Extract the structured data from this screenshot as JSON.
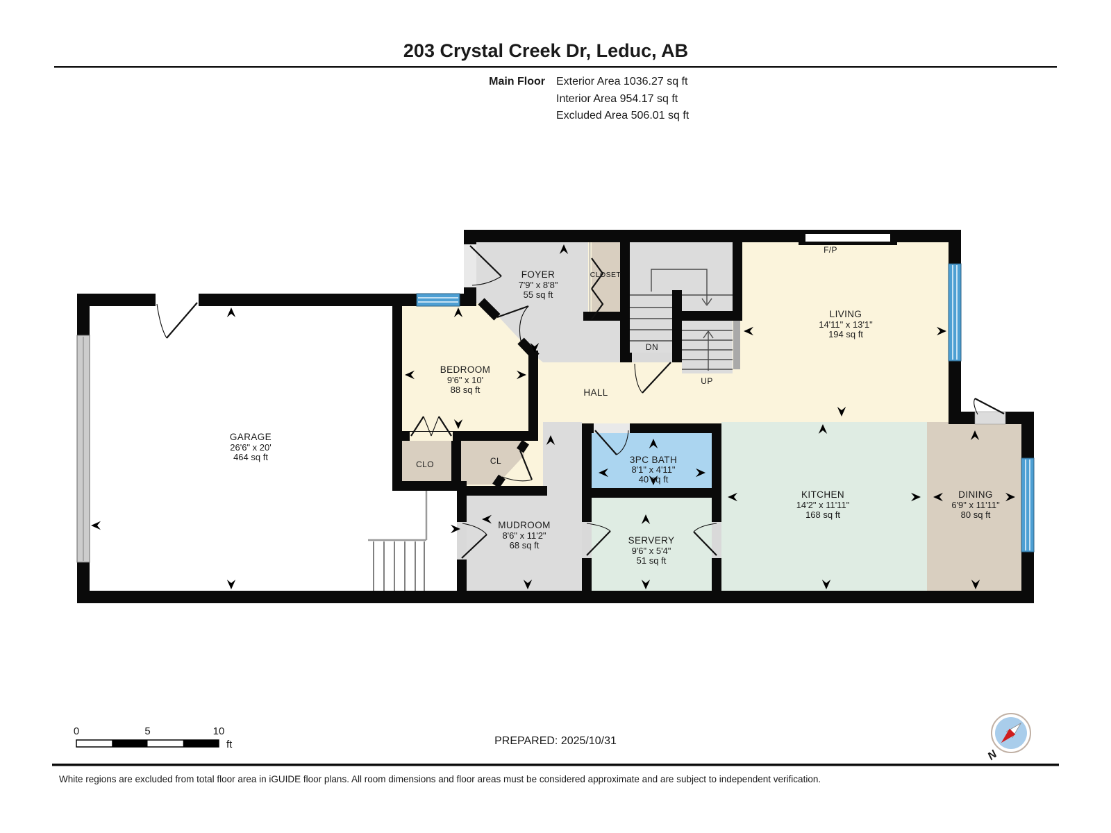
{
  "header": {
    "title": "203 Crystal Creek Dr, Leduc, AB",
    "floor_label": "Main Floor",
    "stats": [
      "Exterior Area 1036.27 sq ft",
      "Interior Area 954.17 sq ft",
      "Excluded Area 506.01 sq ft"
    ]
  },
  "rooms": {
    "foyer": {
      "name": "FOYER",
      "dims": "7'9\" x 8'8\"",
      "area": "55 sq ft"
    },
    "closet": {
      "name": "CLOSET"
    },
    "living": {
      "name": "LIVING",
      "dims": "14'11\" x 13'1\"",
      "area": "194 sq ft"
    },
    "bedroom": {
      "name": "BEDROOM",
      "dims": "9'6\" x 10'",
      "area": "88 sq ft"
    },
    "garage": {
      "name": "GARAGE",
      "dims": "26'6\" x 20'",
      "area": "464 sq ft"
    },
    "clo": {
      "name": "CLO"
    },
    "cl": {
      "name": "CL"
    },
    "hall": {
      "name": "HALL"
    },
    "bath": {
      "name": "3PC BATH",
      "dims": "8'1\" x 4'11\"",
      "area": "40 sq ft"
    },
    "mudroom": {
      "name": "MUDROOM",
      "dims": "8'6\" x 11'2\"",
      "area": "68 sq ft"
    },
    "servery": {
      "name": "SERVERY",
      "dims": "9'6\" x 5'4\"",
      "area": "51 sq ft"
    },
    "kitchen": {
      "name": "KITCHEN",
      "dims": "14'2\" x 11'11\"",
      "area": "168 sq ft"
    },
    "dining": {
      "name": "DINING",
      "dims": "6'9\" x 11'11\"",
      "area": "80 sq ft"
    },
    "fireplace": {
      "name": "F/P"
    },
    "stairs_dn": {
      "name": "DN"
    },
    "stairs_up": {
      "name": "UP"
    }
  },
  "scale_bar": {
    "tick0": "0",
    "tick1": "5",
    "tick2": "10",
    "unit": "ft"
  },
  "compass": {
    "north_label": "N"
  },
  "footer": {
    "prepared": "PREPARED: 2025/10/31",
    "disclaimer": "White regions are excluded from total floor area in iGUIDE floor plans. All room dimensions and floor areas must be considered approximate and are subject to independent verification."
  },
  "colors": {
    "floor_cream": "#FBF4DC",
    "floor_gray": "#DCDCDC",
    "floor_tan": "#D9CFC0",
    "floor_blue": "#ABD5F0",
    "floor_green": "#DFECE3",
    "floor_excluded": "#FFFFFF",
    "window_blue": "#4D9FD3",
    "wall_black": "#0A0A0A"
  }
}
